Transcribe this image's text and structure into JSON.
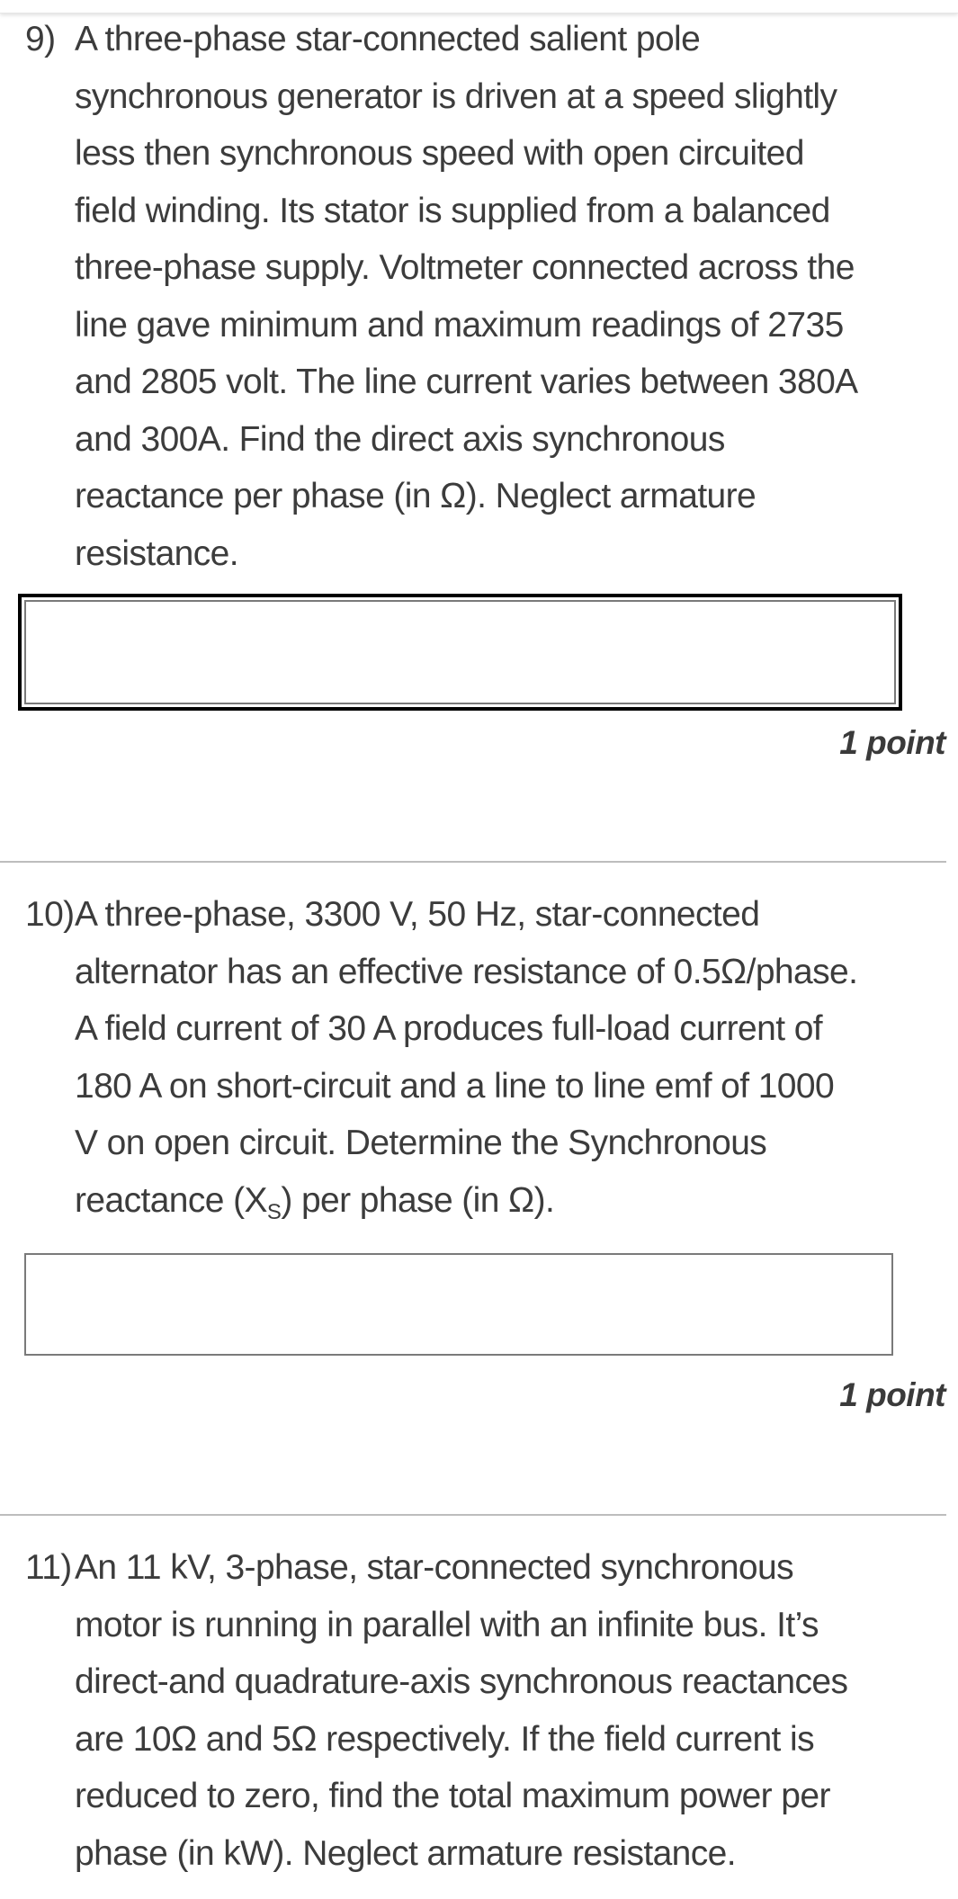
{
  "questions": [
    {
      "number": "9)",
      "lines": [
        "A three-phase star-connected salient pole",
        "synchronous generator is driven at a speed slightly",
        "less then synchronous speed with open circuited",
        "field winding. Its stator is supplied from a balanced",
        "three-phase supply. Voltmeter connected across the",
        "line gave minimum and maximum readings of 2735",
        "and 2805 volt. The line current varies between 380A",
        "and 300A. Find the direct axis synchronous",
        "reactance per phase (in Ω). Neglect armature",
        "resistance."
      ],
      "answer_value": "",
      "points": "1 point"
    },
    {
      "number": "10)",
      "lines": [
        "A three-phase, 3300 V, 50 Hz, star-connected",
        "alternator has an effective resistance of 0.5Ω/phase.",
        "A field current of 30 A produces full-load current of",
        "180 A on short-circuit and a line to line emf of 1000",
        "V on open circuit. Determine the Synchronous"
      ],
      "last_line_pre": "reactance (X",
      "last_line_sub": "S",
      "last_line_post": ") per phase (in Ω).",
      "answer_value": "",
      "points": "1 point"
    },
    {
      "number": "11)",
      "lines": [
        "An 11 kV, 3-phase, star-connected synchronous",
        "motor is running in parallel with an infinite bus. It’s",
        "direct-and quadrature-axis synchronous reactances",
        "are 10Ω and 5Ω respectively. If the field current is",
        "reduced to zero, find the total maximum power per",
        "phase (in kW). Neglect armature resistance."
      ]
    }
  ]
}
